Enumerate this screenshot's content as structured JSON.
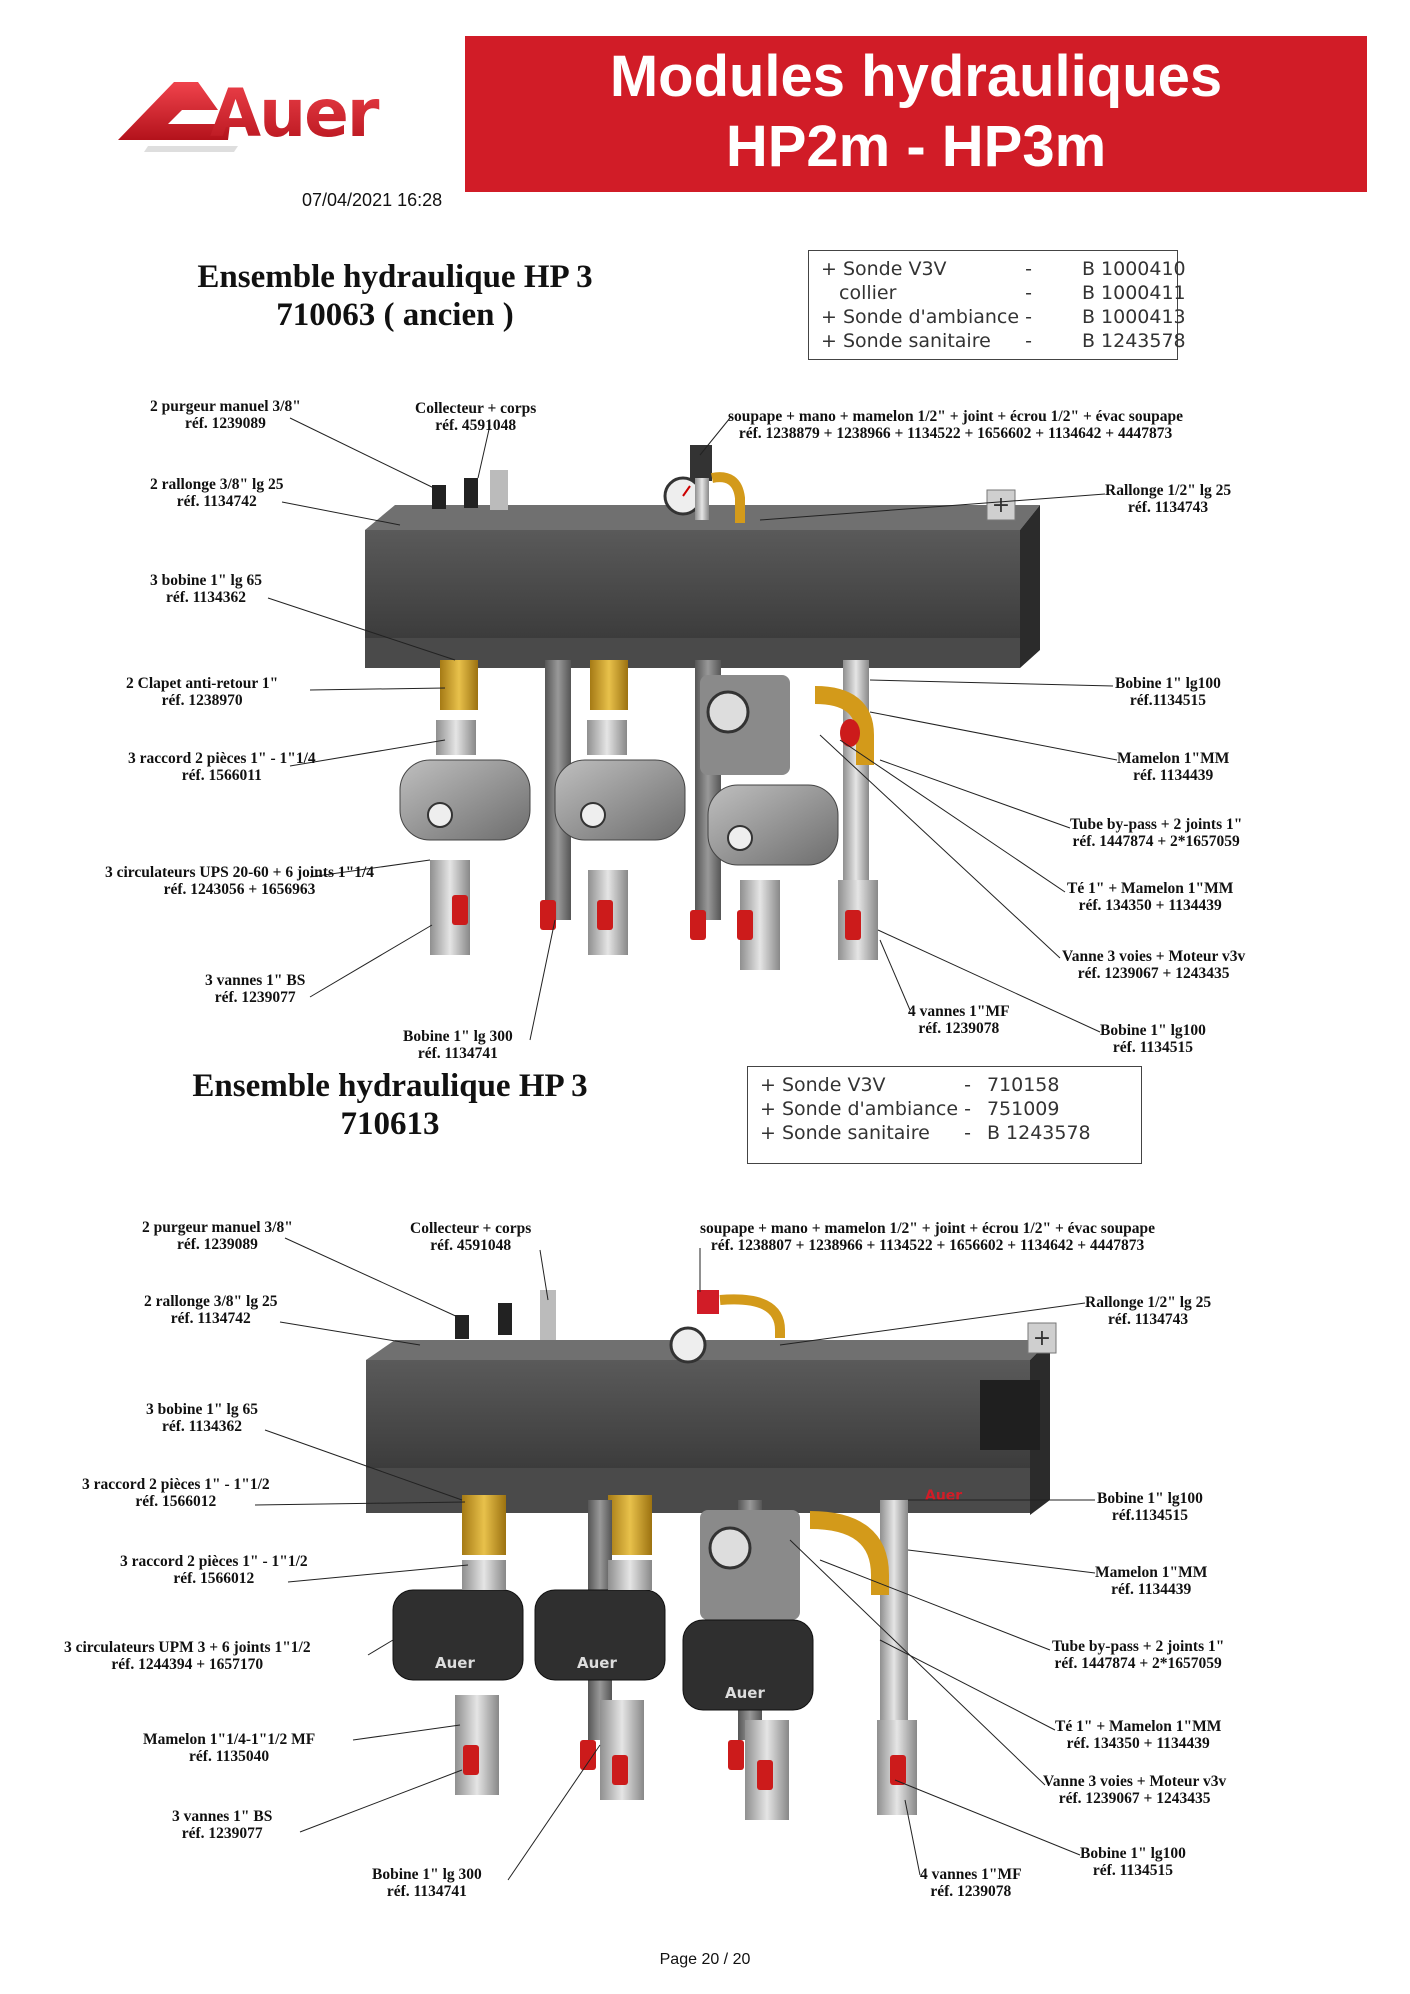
{
  "header": {
    "brand": "Auer",
    "title_line1": "Modules hydrauliques",
    "title_line2": "HP2m - HP3m",
    "datetime": "07/04/2021 16:28",
    "brand_color": "#d11c27"
  },
  "section1": {
    "title_line1": "Ensemble hydraulique HP 3",
    "title_line2": "710063 ( ancien )",
    "refs": [
      {
        "label": "+ Sonde V3V",
        "sep": "-",
        "ref": "B 1000410"
      },
      {
        "label": "collier",
        "sep": "-",
        "ref": "B 1000411"
      },
      {
        "label": "+ Sonde d'ambiance",
        "sep": "-",
        "ref": "B 1000413"
      },
      {
        "label": "+ Sonde sanitaire",
        "sep": "-",
        "ref": "B 1243578"
      }
    ],
    "callouts": {
      "c1": {
        "l1": "2 purgeur manuel 3/8\"",
        "l2": "réf. 1239089"
      },
      "c2": {
        "l1": "Collecteur + corps",
        "l2": "réf. 4591048"
      },
      "c3": {
        "l1": "soupape + mano + mamelon 1/2\" + joint + écrou 1/2\" + évac soupape",
        "l2": "réf. 1238879 + 1238966 + 1134522 + 1656602 + 1134642 + 4447873"
      },
      "c4": {
        "l1": "2 rallonge 3/8\" lg 25",
        "l2": "réf. 1134742"
      },
      "c5": {
        "l1": "Rallonge 1/2\" lg 25",
        "l2": "réf. 1134743"
      },
      "c6": {
        "l1": "3 bobine 1\" lg 65",
        "l2": "réf. 1134362"
      },
      "c7": {
        "l1": "2 Clapet anti-retour 1\"",
        "l2": "réf. 1238970"
      },
      "c8": {
        "l1": "Bobine 1\" lg100",
        "l2": "réf.1134515"
      },
      "c9": {
        "l1": "3 raccord 2 pièces 1\" - 1\"1/4",
        "l2": "réf. 1566011"
      },
      "c10": {
        "l1": "Mamelon 1\"MM",
        "l2": "réf. 1134439"
      },
      "c11": {
        "l1": "Tube by-pass + 2 joints 1\"",
        "l2": "réf. 1447874 + 2*1657059"
      },
      "c12": {
        "l1": "3 circulateurs UPS 20-60 + 6 joints 1\"1/4",
        "l2": "réf. 1243056 + 1656963"
      },
      "c13": {
        "l1": "Té 1\" + Mamelon 1\"MM",
        "l2": "réf. 134350 + 1134439"
      },
      "c14": {
        "l1": "Vanne 3  voies + Moteur v3v",
        "l2": "réf. 1239067 + 1243435"
      },
      "c15": {
        "l1": "3 vannes 1\" BS",
        "l2": "réf. 1239077"
      },
      "c16": {
        "l1": "4 vannes 1\"MF",
        "l2": "réf. 1239078"
      },
      "c17": {
        "l1": "Bobine 1\" lg100",
        "l2": "réf. 1134515"
      },
      "c18": {
        "l1": "Bobine 1\" lg 300",
        "l2": "réf. 1134741"
      }
    }
  },
  "section2": {
    "title_line1": "Ensemble hydraulique HP 3",
    "title_line2": "710613",
    "refs": [
      {
        "label": "+ Sonde V3V",
        "sep": "-",
        "ref": "710158"
      },
      {
        "label": "+ Sonde d'ambiance",
        "sep": "-",
        "ref": "751009"
      },
      {
        "label": "+ Sonde sanitaire",
        "sep": "-",
        "ref": "B 1243578"
      }
    ],
    "callouts": {
      "c1": {
        "l1": "2 purgeur manuel 3/8\"",
        "l2": "réf. 1239089"
      },
      "c2": {
        "l1": "Collecteur + corps",
        "l2": "réf. 4591048"
      },
      "c3": {
        "l1": "soupape + mano + mamelon 1/2\" + joint + écrou 1/2\" + évac soupape",
        "l2": "réf. 1238807 + 1238966 + 1134522 + 1656602 + 1134642 + 4447873"
      },
      "c4": {
        "l1": "2 rallonge 3/8\" lg 25",
        "l2": "réf. 1134742"
      },
      "c5": {
        "l1": "Rallonge 1/2\" lg 25",
        "l2": "réf. 1134743"
      },
      "c6": {
        "l1": "3 bobine 1\" lg 65",
        "l2": "réf. 1134362"
      },
      "c7": {
        "l1": "3 raccord 2 pièces 1\" - 1\"1/2",
        "l2": "réf. 1566012"
      },
      "c8": {
        "l1": "Bobine 1\" lg100",
        "l2": "réf.1134515"
      },
      "c9": {
        "l1": "3 raccord 2 pièces 1\" - 1\"1/2",
        "l2": "réf. 1566012"
      },
      "c10": {
        "l1": "Mamelon 1\"MM",
        "l2": "réf. 1134439"
      },
      "c11": {
        "l1": "3 circulateurs UPM 3 + 6 joints 1\"1/2",
        "l2": "réf. 1244394 + 1657170"
      },
      "c12": {
        "l1": "Tube by-pass + 2 joints 1\"",
        "l2": "réf. 1447874 + 2*1657059"
      },
      "c13": {
        "l1": "Té 1\" + Mamelon 1\"MM",
        "l2": "réf. 134350 + 1134439"
      },
      "c14": {
        "l1": "Mamelon 1\"1/4-1\"1/2 MF",
        "l2": "réf. 1135040"
      },
      "c15": {
        "l1": "Vanne 3  voies + Moteur v3v",
        "l2": "réf. 1239067 + 1243435"
      },
      "c16": {
        "l1": "3 vannes 1\" BS",
        "l2": "réf. 1239077"
      },
      "c17": {
        "l1": "Bobine 1\" lg100",
        "l2": "réf. 1134515"
      },
      "c18": {
        "l1": "Bobine 1\" lg 300",
        "l2": "réf. 1134741"
      },
      "c19": {
        "l1": "4 vannes 1\"MF",
        "l2": "réf. 1239078"
      },
      "pump_brand": "Auer",
      "collector_brand": "Auer"
    }
  },
  "footer": {
    "page": "Page 20 / 20"
  }
}
